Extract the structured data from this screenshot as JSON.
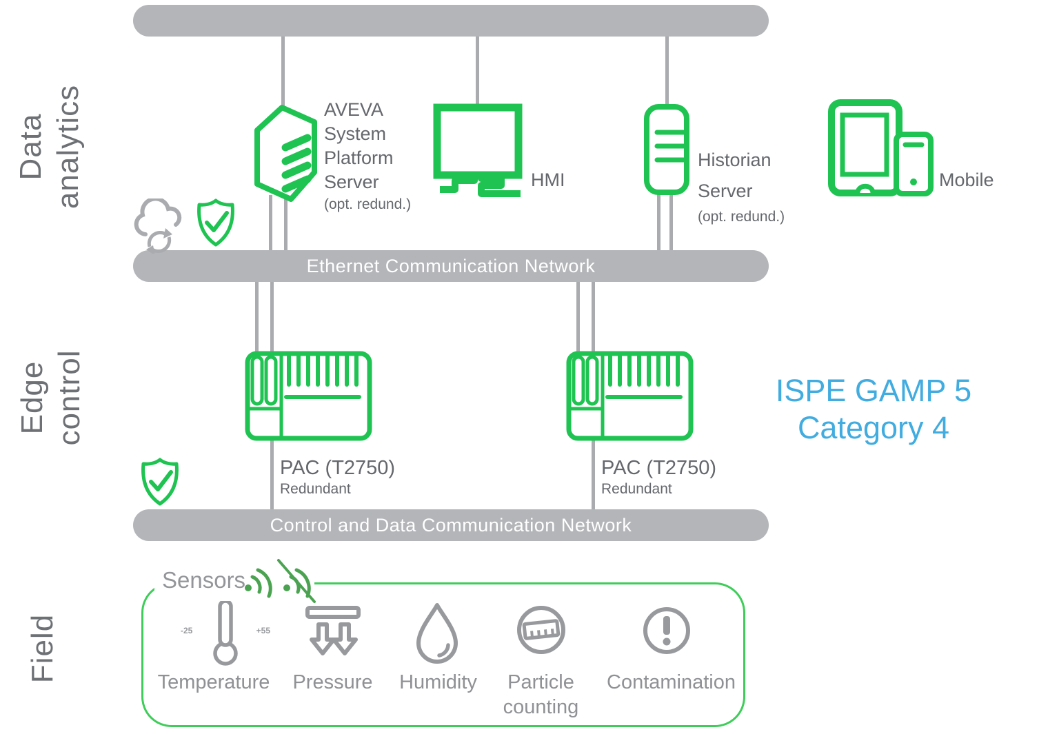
{
  "section_labels": {
    "data_analytics": [
      "Data",
      "analytics"
    ],
    "edge_control": [
      "Edge",
      "control"
    ],
    "field": "Field"
  },
  "networks": {
    "ethernet": "Ethernet Communication Network",
    "control": "Control and Data Communication Network"
  },
  "devices": {
    "system_platform": {
      "lines": [
        "AVEVA",
        "System",
        "Platform",
        "Server"
      ],
      "note": "(opt. redund.)"
    },
    "hmi": {
      "label": "HMI"
    },
    "historian": {
      "lines": [
        "Historian",
        "Server"
      ],
      "note": "(opt. redund.)"
    },
    "mobile": {
      "label": "Mobile"
    },
    "pac_left": {
      "label": "PAC (T2750)",
      "sub": "Redundant"
    },
    "pac_right": {
      "label": "PAC (T2750)",
      "sub": "Redundant"
    }
  },
  "annotation": {
    "lines": [
      "ISPE GAMP 5",
      "Category 4"
    ],
    "color": "#41ace0"
  },
  "field": {
    "sensors_label": "Sensors",
    "items": [
      {
        "label": "Temperature",
        "min": "-25",
        "max": "+55"
      },
      {
        "label": "Pressure"
      },
      {
        "label": "Humidity"
      },
      {
        "label": "Particle",
        "label2": "counting"
      },
      {
        "label": "Contamination"
      }
    ]
  },
  "colors": {
    "device_green": "#1fc351",
    "field_border_green": "#3dcd58",
    "wireless_green": "#4ba351",
    "bus_gray": "#b3b5b8",
    "line_gray": "#a9abae",
    "device_text_gray": "#64676c",
    "section_text_gray": "#6d7074",
    "sensor_gray": "#97999c",
    "annotation_blue": "#41ace0"
  }
}
